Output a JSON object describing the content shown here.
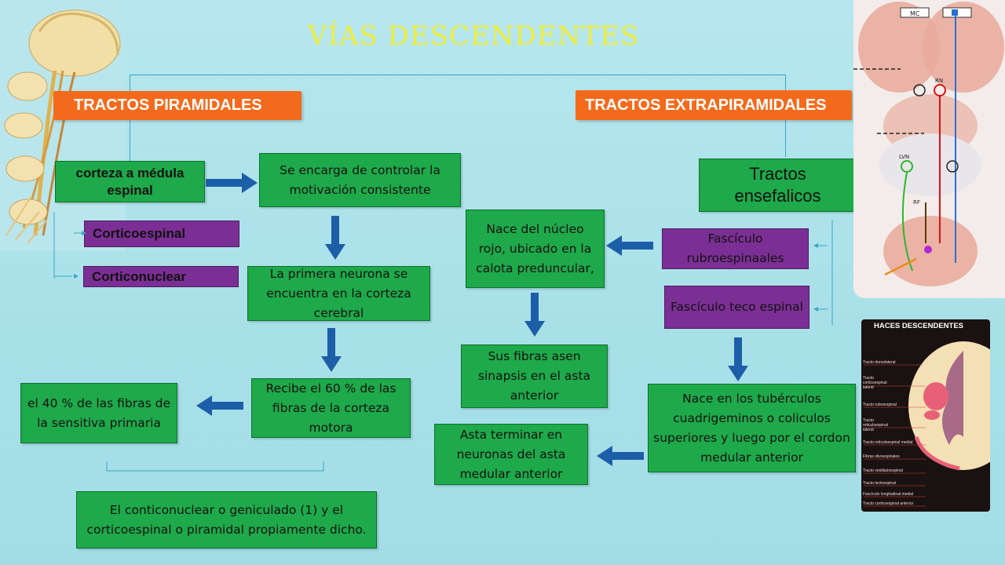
{
  "title": "VÍAS DESCENDENTES",
  "headers": {
    "left": "TRACTOS PIRAMIDALES",
    "right": "TRACTOS EXTRAPIRAMIDALES"
  },
  "left_column": {
    "corteza": "corteza a médula espinal",
    "corticoespinal": "Corticoespinal",
    "corticonuclear": "Corticonuclear"
  },
  "middle_column": {
    "controlar": "Se encarga de controlar la motivación consistente",
    "primera_neurona": "La primera neurona se encuentra en la corteza cerebral",
    "recibe": "Recibe el 60 % de las fibras de la corteza motora",
    "cuarenta": "el 40 % de las fibras de la sensitiva primaria",
    "conticonuclear": "El conticonuclear o geniculado (1) y el corticoespinal o piramidal propiamente dicho."
  },
  "right_column": {
    "tractos_ensefalicos": "Tractos ensefalicos",
    "fasciculo_rubro": "Fascículo rubroespinaales",
    "fasciculo_teco": "Fascículo teco espinal",
    "nace_nucleo": "Nace del núcleo rojo, ubicado en la calota preduncular,",
    "sus_fibras": "Sus fibras asen sinapsis en el asta anterior",
    "nace_tuberculos": "Nace en los tubérculos cuadrigeminos o coliculos superiores y luego por el cordon  medular anterior",
    "asta_terminar": "Asta terminar  en neuronas del asta medular anterior"
  },
  "brain_image": {
    "labels": [
      "MC",
      "RN",
      "LVN",
      "RF"
    ]
  },
  "spinal_image": {
    "title": "HACES DESCENDENTES",
    "labels": [
      "Tracto dorsolateral",
      "Tracto corticoespinal lateral",
      "Tracto rubroespinal",
      "Tracto reticuloespinal lateral",
      "Tracto reticuloespinal medial",
      "Fibras olivoespinales",
      "Tracto vestibuloespinal",
      "Tracto tectoespinal",
      "Fascículo longitudinal medial",
      "Tracto corticoespinal anterior"
    ]
  },
  "colors": {
    "green_box": "#1ea94a",
    "purple_box": "#7b2f94",
    "orange_header": "#f46a1c",
    "arrow_blue": "#1d5ea8",
    "title_yellow": "#f1ee3a"
  }
}
